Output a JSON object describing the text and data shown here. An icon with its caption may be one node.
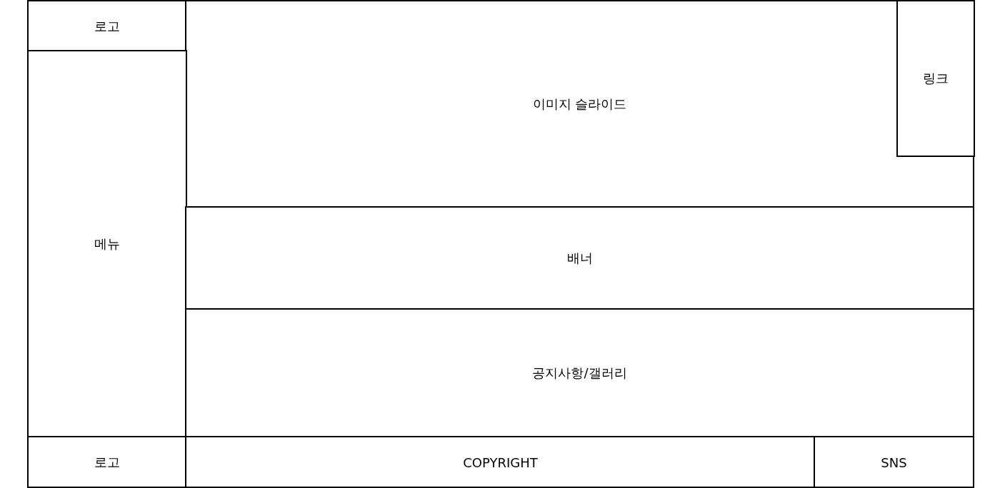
{
  "diagram": {
    "nodes": [
      {
        "text": [
          "로고"
        ]
      },
      {
        "text": [
          "이미지 슬라이드"
        ]
      },
      {
        "text": [
          "링크"
        ],
        "in": 1
      },
      {
        "text": [
          "메뉴"
        ]
      },
      {
        "text": [
          "배너"
        ]
      },
      {
        "text": [
          "공지사항/갤러리"
        ]
      },
      {
        "text": [
          "로고"
        ]
      },
      {
        "text": [
          "COPYRIGHT"
        ]
      },
      {
        "text": [
          "SNS"
        ]
      }
    ]
  }
}
